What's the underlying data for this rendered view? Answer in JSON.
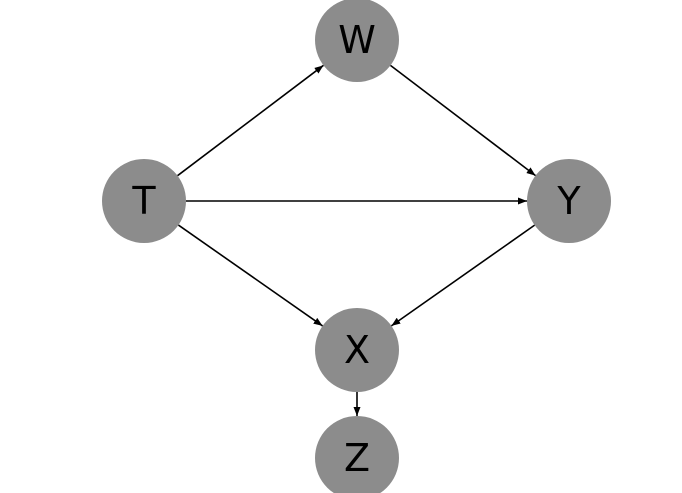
{
  "diagram": {
    "type": "directed-graph",
    "node_color": "#8c8c8c",
    "edge_color": "#000000",
    "nodes": [
      {
        "id": "W",
        "label": "W"
      },
      {
        "id": "T",
        "label": "T"
      },
      {
        "id": "Y",
        "label": "Y"
      },
      {
        "id": "X",
        "label": "X"
      },
      {
        "id": "Z",
        "label": "Z"
      }
    ],
    "edges": [
      {
        "from": "T",
        "to": "W"
      },
      {
        "from": "W",
        "to": "Y"
      },
      {
        "from": "T",
        "to": "Y"
      },
      {
        "from": "T",
        "to": "X"
      },
      {
        "from": "Y",
        "to": "X"
      },
      {
        "from": "X",
        "to": "Z"
      }
    ]
  }
}
